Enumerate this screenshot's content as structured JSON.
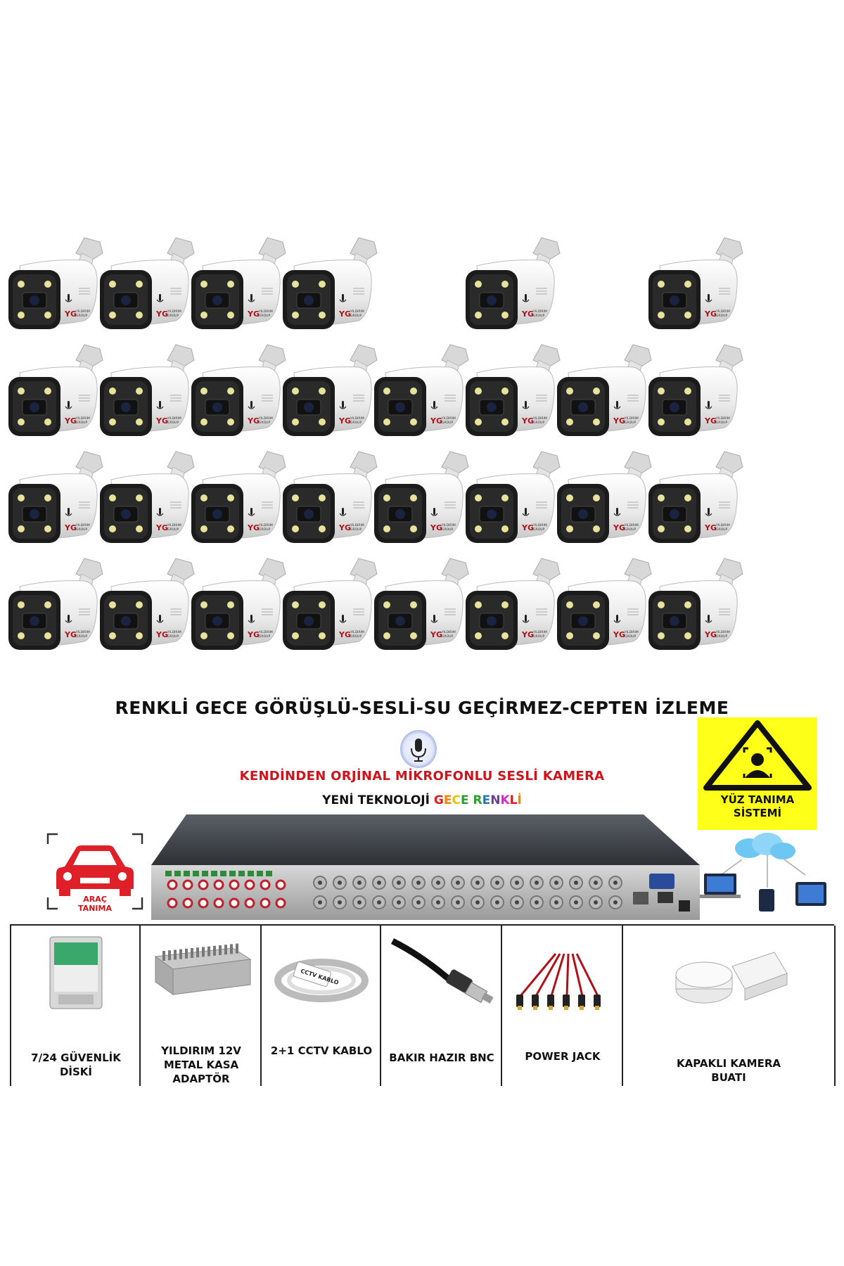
{
  "camera_grid": {
    "rows": [
      6,
      8,
      8,
      8
    ],
    "brand_logo_text": "YG",
    "brand_name": "YILDIRIM",
    "brand_sub": "GROUP"
  },
  "headline": "RENKLİ GECE GÖRÜŞLÜ-SESLİ-SU GEÇİRMEZ-CEPTEN İZLEME",
  "mic_icon": "microphone-icon",
  "mic_headline": "KENDİNDEN ORJİNAL MİKROFONLU SESLİ KAMERA",
  "tech_line": {
    "prefix": "YENİ TEKNOLOJİ",
    "word1": "GECE",
    "word2": "RENKLİ"
  },
  "face_recognition": {
    "line1": "YÜZ TANIMA",
    "line2": "SİSTEMİ"
  },
  "vehicle_recognition": {
    "line1": "ARAÇ",
    "line2": "TANIMA"
  },
  "accessories": [
    {
      "icon": "hard-disk-icon",
      "line1": "7/24 GÜVENLİK",
      "line2": "DİSKİ",
      "line3": ""
    },
    {
      "icon": "power-supply-icon",
      "line1": "YILDIRIM 12V",
      "line2": "METAL KASA",
      "line3": "ADAPTÖR"
    },
    {
      "icon": "cable-coil-icon",
      "line1": "2+1 CCTV KABLO",
      "line2": "",
      "line3": "",
      "tag": "CCTV KABLO"
    },
    {
      "icon": "bnc-connector-icon",
      "line1": "BAKIR HAZIR BNC",
      "line2": "",
      "line3": ""
    },
    {
      "icon": "power-jack-icon",
      "line1": "POWER JACK",
      "line2": "",
      "line3": ""
    },
    {
      "icon": "junction-box-icon",
      "line1": "KAPAKLI KAMERA",
      "line2": "BUATI",
      "line3": ""
    }
  ],
  "colors": {
    "headline_red": "#d0131b",
    "warning_yellow": "#ffff1a",
    "rainbow": [
      "#e31a1c",
      "#ff7f00",
      "#e6c200",
      "#2ca02c",
      "#1f78b4",
      "#6a3d9a",
      "#d62ad0"
    ]
  }
}
